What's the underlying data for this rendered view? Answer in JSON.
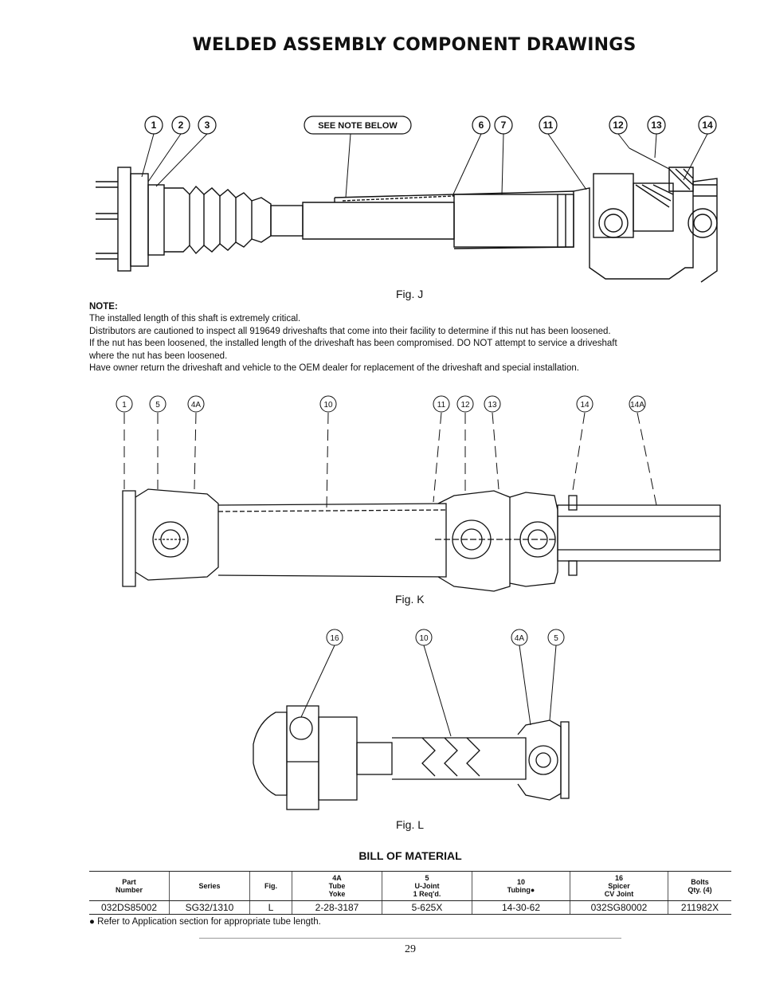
{
  "title": "WELDED ASSEMBLY COMPONENT DRAWINGS",
  "figure_j": {
    "label": "Fig. J",
    "callout_note": "SEE NOTE BELOW",
    "callouts": [
      "1",
      "2",
      "3",
      "6",
      "7",
      "11",
      "12",
      "13",
      "14"
    ]
  },
  "note": {
    "heading": "NOTE:",
    "lines": [
      "The installed length of this shaft is extremely critical.",
      "Distributors are cautioned to inspect all 919649 driveshafts that come into their facility to determine if this nut has been loosened.",
      "If the nut has been loosened, the installed length of the driveshaft has been compromised. DO NOT attempt to service a driveshaft",
      "where the nut has been loosened.",
      "Have owner return the driveshaft and vehicle to the OEM dealer for replacement of the driveshaft and special installation."
    ]
  },
  "figure_k": {
    "label": "Fig. K",
    "callouts": [
      "1",
      "5",
      "4A",
      "10",
      "11",
      "12",
      "13",
      "14",
      "14A"
    ]
  },
  "figure_l": {
    "label": "Fig. L",
    "callouts": [
      "16",
      "10",
      "4A",
      "5"
    ]
  },
  "bom": {
    "title": "BILL OF MATERIAL",
    "headers": [
      [
        "Part",
        "Number"
      ],
      [
        "Series"
      ],
      [
        "Fig."
      ],
      [
        "4A",
        "Tube",
        "Yoke"
      ],
      [
        "5",
        "U-Joint",
        "1 Req'd."
      ],
      [
        "10",
        "Tubing●"
      ],
      [
        "16",
        "Spicer",
        "CV Joint"
      ],
      [
        "Bolts",
        "Qty. (4)"
      ]
    ],
    "rows": [
      [
        "032DS85002",
        "SG32/1310",
        "L",
        "2-28-3187",
        "5-625X",
        "14-30-62",
        "032SG80002",
        "211982X"
      ]
    ],
    "footnote": "● Refer to Application section for appropriate tube length."
  },
  "page_number": "29"
}
